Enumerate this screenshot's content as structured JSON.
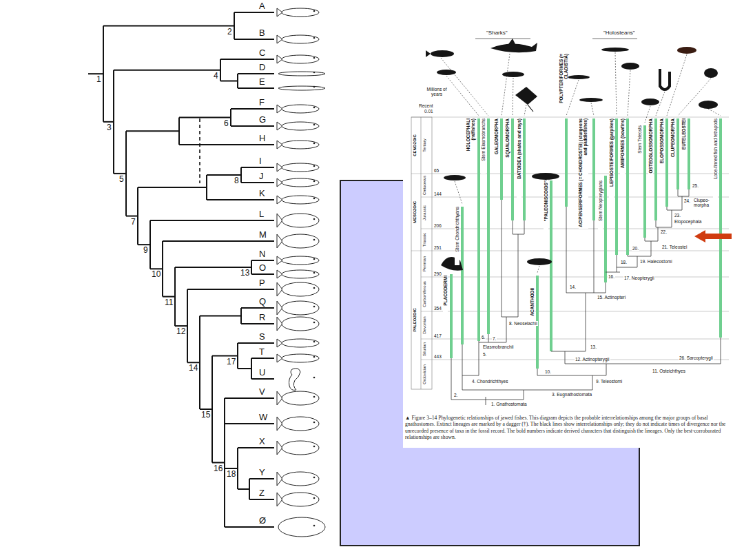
{
  "diagram": {
    "caption": "▲ Figure 3–14 Phylogenetic relationships of jawed fishes. This diagram depicts the probable interrelationships among the major groups of basal gnathostomes. Extinct lineages are marked by a dagger (†). The black lines show interrelationships only; they do not indicate times of divergence nor the unrecorded presence of taxa in the fossil record. The bold numbers indicate derived characters that distinguish the lineages. Only the best-corroborated relationships are shown.",
    "labels": [
      "A",
      "B",
      "C",
      "D",
      "E",
      "F",
      "G",
      "H",
      "I",
      "J",
      "K",
      "L",
      "M",
      "N",
      "O",
      "P",
      "Q",
      "R",
      "S",
      "T",
      "U",
      "V",
      "W",
      "X",
      "Y",
      "Z",
      "Ø",
      "1",
      "2",
      "3",
      "4",
      "5",
      "6",
      "7",
      "8",
      "9",
      "10",
      "11",
      "12",
      "13",
      "14",
      "15",
      "16",
      "17",
      "18",
      "\"Sharks\"",
      "\"Holosteans\"",
      "Millions of years",
      "Recent",
      "0.01",
      "HOLOCEPHALI (ratfishes)",
      "Stem Elasmobranchs",
      "GALEOMORPHA",
      "SQUALOMORPHA",
      "BATOIDEA (skates and rays)",
      "POLYPTERIFORMES (= CLADISTIA)",
      "ACIPENSERIFORMES (= CHONDROSTEI) (sturgeons and paddlefishes)",
      "Stem Neopterygians",
      "LEPISOSTEIFORMES (garpikes)",
      "AMIIFORMES (bowfins)",
      "Stem Teleosts",
      "OSTEOGLOSSOMORPHA",
      "ELOPOSSOMORPHA",
      "CLUPEOMORPHA",
      "EUTELEOSTEI",
      "Lobe-finned fish and tetrapods",
      "Stem Chondrichthyans",
      "\"PALEONISCOIDS\"",
      "ACANTHODII",
      "PLACODERMI",
      "CENOZOIC",
      "MESOZOIC",
      "PALEOZOIC",
      "Tertiary",
      "Cretaceous",
      "Jurassic",
      "Triassic",
      "Permian",
      "Carboniferous",
      "Devonian",
      "Silurian",
      "Ordovician",
      "65",
      "144",
      "206",
      "251",
      "290",
      "354",
      "417",
      "443",
      "1. Gnathostomata",
      "2.",
      "3. Eugnathostomata",
      "4. Chondrichthyes",
      "5.",
      "Elasmobranchii",
      "6.",
      "7.",
      "8. Neoselachii",
      "9. Teleostomi",
      "10.",
      "11. Osteichthyes",
      "12. Actinopterygii",
      "13.",
      "14.",
      "15. Actinopteri",
      "16.",
      "17. Neopterygii",
      "18.",
      "19. Halecostomi",
      "20.",
      "21. Teleostei",
      "22.",
      "23.",
      "Elopocephala",
      "24.",
      "Clupeo- morpha",
      "25.",
      "26. Sarcopterygii"
    ]
  }
}
